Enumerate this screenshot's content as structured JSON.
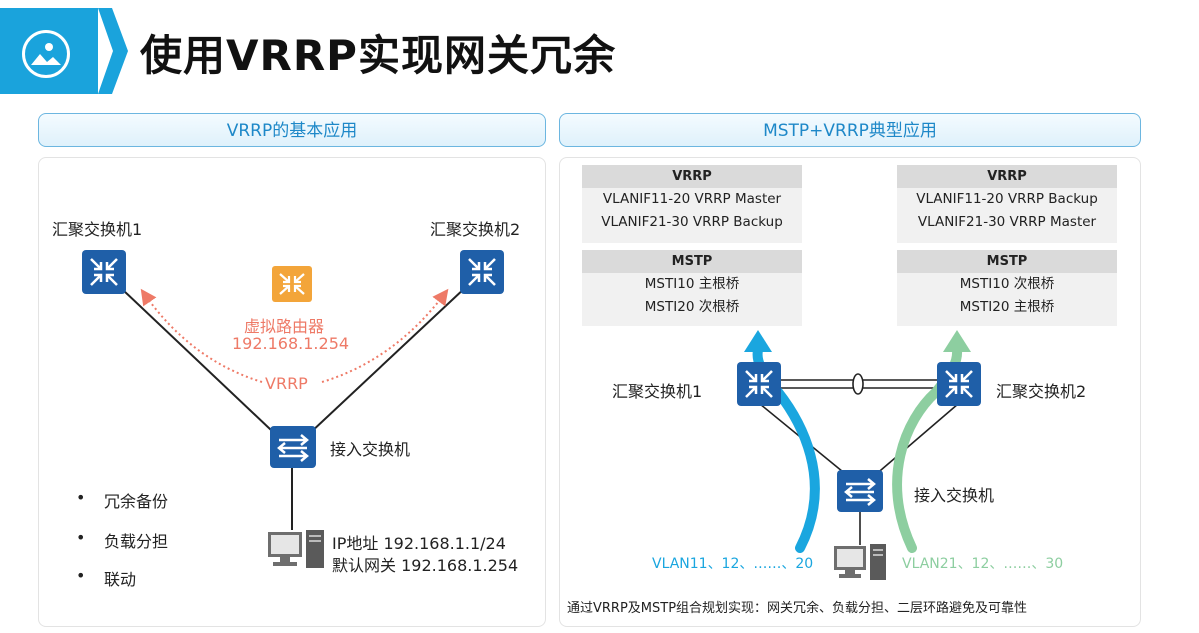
{
  "title": "使用VRRP实现网关冗余",
  "left": {
    "header": "VRRP的基本应用",
    "switch1": "汇聚交换机1",
    "switch2": "汇聚交换机2",
    "virtual_router": "虚拟路由器",
    "virtual_ip": "192.168.1.254",
    "vrrp": "VRRP",
    "access_switch": "接入交换机",
    "bullets": [
      "冗余备份",
      "负载分担",
      "联动"
    ],
    "pc_ip": "IP地址 192.168.1.1/24",
    "pc_gw": "默认网关 192.168.1.254"
  },
  "right": {
    "header": "MSTP+VRRP典型应用",
    "box1": {
      "vrrp_title": "VRRP",
      "vrrp_rows": [
        "VLANIF11-20  VRRP Master",
        "VLANIF21-30  VRRP Backup"
      ],
      "mstp_title": "MSTP",
      "mstp_rows": [
        "MSTI10  主根桥",
        "MSTI20  次根桥"
      ]
    },
    "box2": {
      "vrrp_title": "VRRP",
      "vrrp_rows": [
        "VLANIF11-20 VRRP Backup",
        "VLANIF21-30 VRRP Master"
      ],
      "mstp_title": "MSTP",
      "mstp_rows": [
        "MSTI10  次根桥",
        "MSTI20  主根桥"
      ]
    },
    "switch1": "汇聚交换机1",
    "switch2": "汇聚交换机2",
    "access_switch": "接入交换机",
    "vlan_left": "VLAN11、12、……、20",
    "vlan_right": "VLAN21、12、……、30",
    "footer": "通过VRRP及MSTP组合规划实现：网关冗余、负载分担、二层环路避免及可靠性"
  },
  "colors": {
    "accent": "#1aa3dc",
    "switch_blue": "#1f5fa8",
    "virtual_router": "#f3a53a",
    "vrrp_text": "#ee7a67",
    "vlan_left": "#1aa6df",
    "vlan_right": "#8dcea0"
  },
  "icons": [
    "picture-icon",
    "switch-icon",
    "router-icon",
    "pc-icon"
  ]
}
